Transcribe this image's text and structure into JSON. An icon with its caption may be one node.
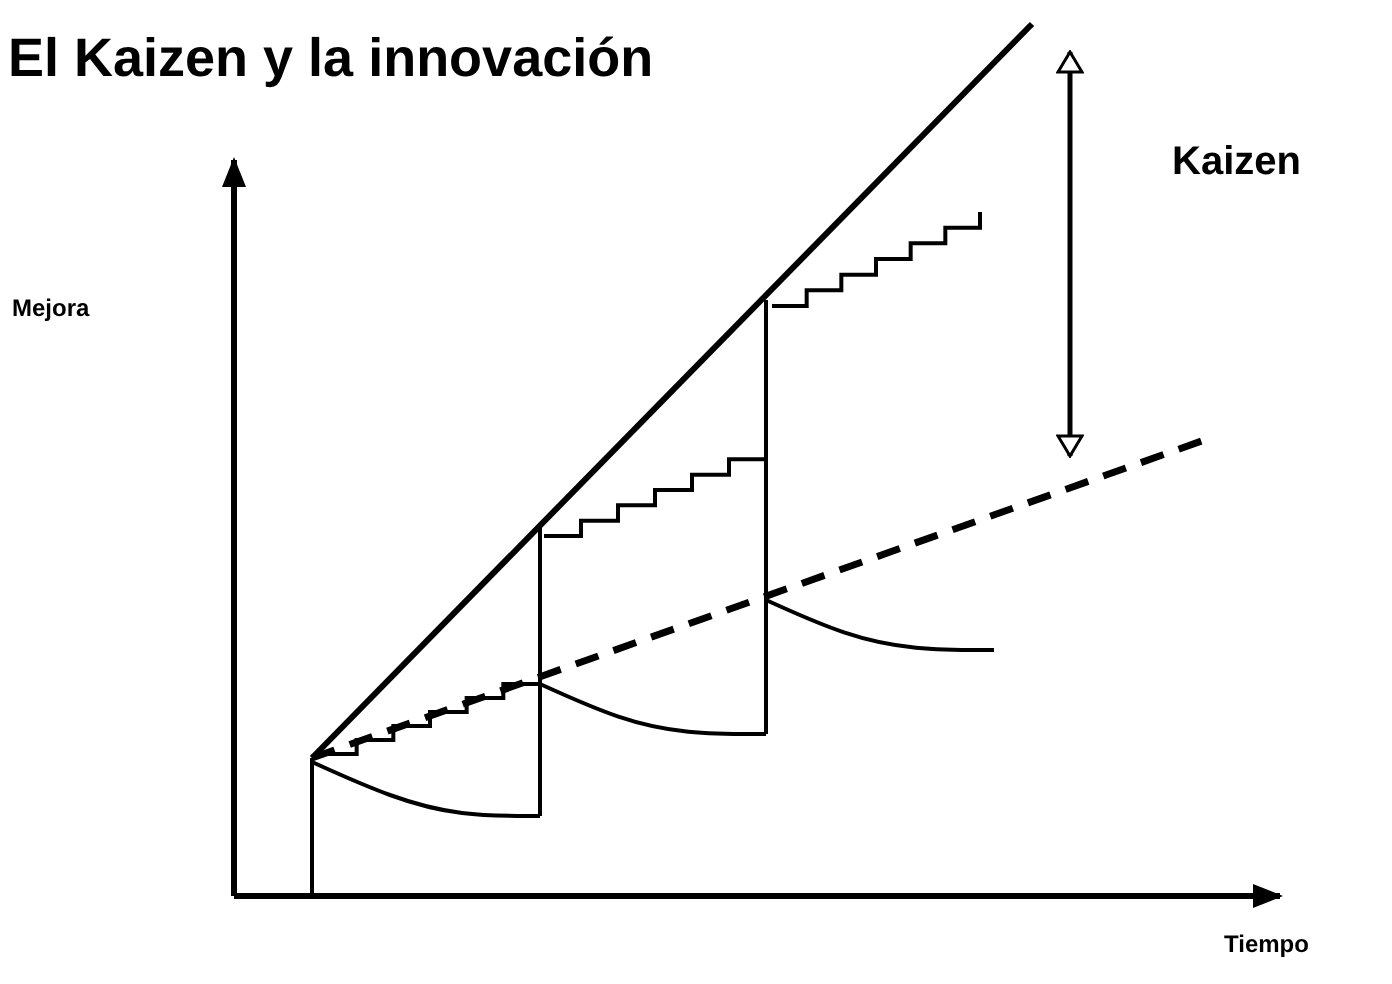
{
  "diagram": {
    "title": "El Kaizen y la innovación",
    "labels": [
      "Kaizen",
      "Mejora",
      "Tiempo"
    ]
  }
}
